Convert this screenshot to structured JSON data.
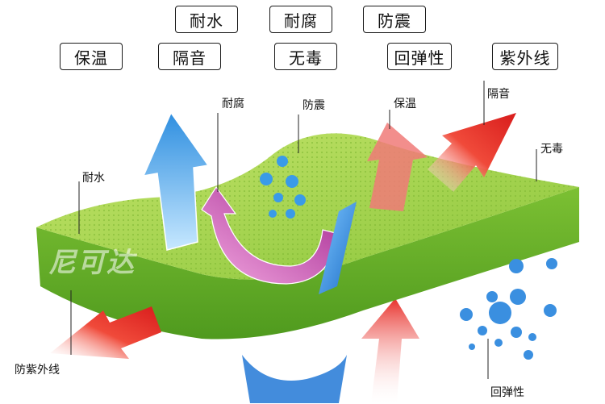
{
  "tags": [
    {
      "id": "naishui",
      "label": "耐水"
    },
    {
      "id": "naifu",
      "label": "耐腐"
    },
    {
      "id": "fangzhen",
      "label": "防震"
    },
    {
      "id": "baowen",
      "label": "保温"
    },
    {
      "id": "geyin",
      "label": "隔音"
    },
    {
      "id": "wudu",
      "label": "无毒"
    },
    {
      "id": "huitanxing",
      "label": "回弹性"
    },
    {
      "id": "ziwaixian",
      "label": "紫外线"
    }
  ],
  "callouts": {
    "naifu": "耐腐",
    "fangzhen": "防震",
    "baowen": "保温",
    "geyin": "隔音",
    "wudu": "无毒",
    "naishui": "耐水",
    "fangziwaixian": "防紫外线",
    "huitanxing": "回弹性"
  },
  "watermark": "尼可达",
  "colors": {
    "foam_top": "#a6d64a",
    "foam_side": "#6fb52c",
    "arrow_red": "#e8302a",
    "arrow_blue": "#3aa0e6",
    "arrow_pink": "#b0329a",
    "bubble": "#2e8fe0"
  }
}
